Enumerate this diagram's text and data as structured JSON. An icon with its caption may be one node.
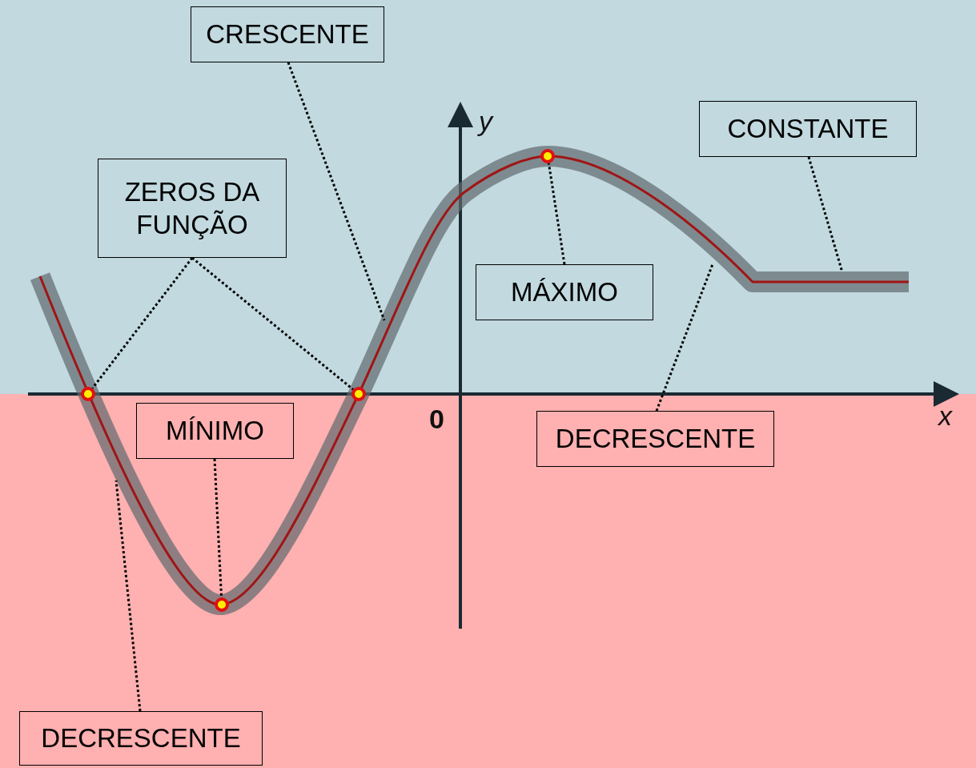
{
  "diagram": {
    "nodes": [
      {
        "text": [
          "CRESCENTE"
        ]
      },
      {
        "text": [
          "ZEROS DA FUNÇÃO"
        ]
      },
      {
        "text": [
          "CONSTANTE"
        ]
      },
      {
        "text": [
          "MÁXIMO"
        ]
      },
      {
        "text": [
          "MÍNIMO"
        ]
      },
      {
        "text": [
          "DECRESCENTE"
        ]
      },
      {
        "text": [
          "DECRESCENTE"
        ]
      },
      {
        "text": [],
        "shape": "circle"
      },
      {
        "text": [],
        "shape": "circle"
      },
      {
        "text": [],
        "shape": "circle"
      },
      {
        "text": [],
        "shape": "circle"
      }
    ],
    "edges": [
      {
        "from": 0,
        "to": null,
        "arrow": "none"
      },
      {
        "from": 1,
        "to": 7,
        "arrow": "none"
      },
      {
        "from": 1,
        "to": 9,
        "arrow": "none"
      },
      {
        "from": 2,
        "to": null,
        "arrow": "none"
      },
      {
        "from": 3,
        "to": 10,
        "arrow": "none"
      },
      {
        "from": 4,
        "to": 8,
        "arrow": "none"
      },
      {
        "from": 5,
        "to": null,
        "arrow": "none"
      },
      {
        "from": 6,
        "to": null,
        "arrow": "none"
      }
    ],
    "labels": [
      "y",
      "0",
      "x"
    ]
  }
}
